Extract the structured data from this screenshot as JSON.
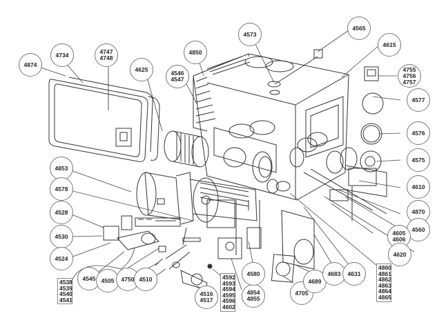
{
  "diagram": {
    "title": "Exploded parts diagram - furnace assembly",
    "line_color": "#333333",
    "callouts": [
      {
        "id": "c4874",
        "lines": [
          "4874"
        ]
      },
      {
        "id": "c4734",
        "lines": [
          "4734"
        ]
      },
      {
        "id": "c4747",
        "lines": [
          "4747",
          "4748"
        ]
      },
      {
        "id": "c4625",
        "lines": [
          "4625"
        ]
      },
      {
        "id": "c4546",
        "lines": [
          "4546",
          "4547"
        ]
      },
      {
        "id": "c4850",
        "lines": [
          "4850"
        ]
      },
      {
        "id": "c4573",
        "lines": [
          "4573"
        ]
      },
      {
        "id": "c4565",
        "lines": [
          "4565"
        ]
      },
      {
        "id": "c4615",
        "lines": [
          "4615"
        ]
      },
      {
        "id": "c4755",
        "lines": [
          "4755",
          "4756",
          "4757"
        ]
      },
      {
        "id": "c4577",
        "lines": [
          "4577"
        ]
      },
      {
        "id": "c4576",
        "lines": [
          "4576"
        ]
      },
      {
        "id": "c4575",
        "lines": [
          "4575"
        ]
      },
      {
        "id": "c4610",
        "lines": [
          "4610"
        ]
      },
      {
        "id": "c4870",
        "lines": [
          "4870"
        ]
      },
      {
        "id": "c4560",
        "lines": [
          "4560"
        ]
      },
      {
        "id": "c4605",
        "lines": [
          "4605",
          "4606"
        ]
      },
      {
        "id": "c4620",
        "lines": [
          "4620"
        ]
      },
      {
        "id": "c4853",
        "lines": [
          "4853"
        ]
      },
      {
        "id": "c4578",
        "lines": [
          "4578"
        ]
      },
      {
        "id": "c4528",
        "lines": [
          "4528"
        ]
      },
      {
        "id": "c4530",
        "lines": [
          "4530"
        ]
      },
      {
        "id": "c4524",
        "lines": [
          "4524"
        ]
      },
      {
        "id": "c4545",
        "lines": [
          "4545"
        ]
      },
      {
        "id": "c4505",
        "lines": [
          "4505"
        ]
      },
      {
        "id": "c4750",
        "lines": [
          "4750"
        ]
      },
      {
        "id": "c4510",
        "lines": [
          "4510"
        ]
      },
      {
        "id": "c4516",
        "lines": [
          "4516",
          "4517"
        ]
      },
      {
        "id": "c4854",
        "lines": [
          "4854",
          "4855"
        ]
      },
      {
        "id": "c4580",
        "lines": [
          "4580"
        ]
      },
      {
        "id": "c4705",
        "lines": [
          "4705"
        ]
      },
      {
        "id": "c4689",
        "lines": [
          "4689"
        ]
      },
      {
        "id": "c4683",
        "lines": [
          "4683"
        ]
      },
      {
        "id": "c4631",
        "lines": [
          "4631"
        ]
      }
    ],
    "boxes": [
      {
        "id": "b4538",
        "lines": [
          "4538",
          "4539",
          "4540",
          "4541"
        ]
      },
      {
        "id": "b4592",
        "lines": [
          "4592",
          "4593",
          "4594",
          "4595",
          "4596",
          "4602"
        ]
      },
      {
        "id": "b4860",
        "lines": [
          "4860",
          "4861",
          "4862",
          "4863",
          "4864",
          "4865"
        ]
      }
    ]
  }
}
